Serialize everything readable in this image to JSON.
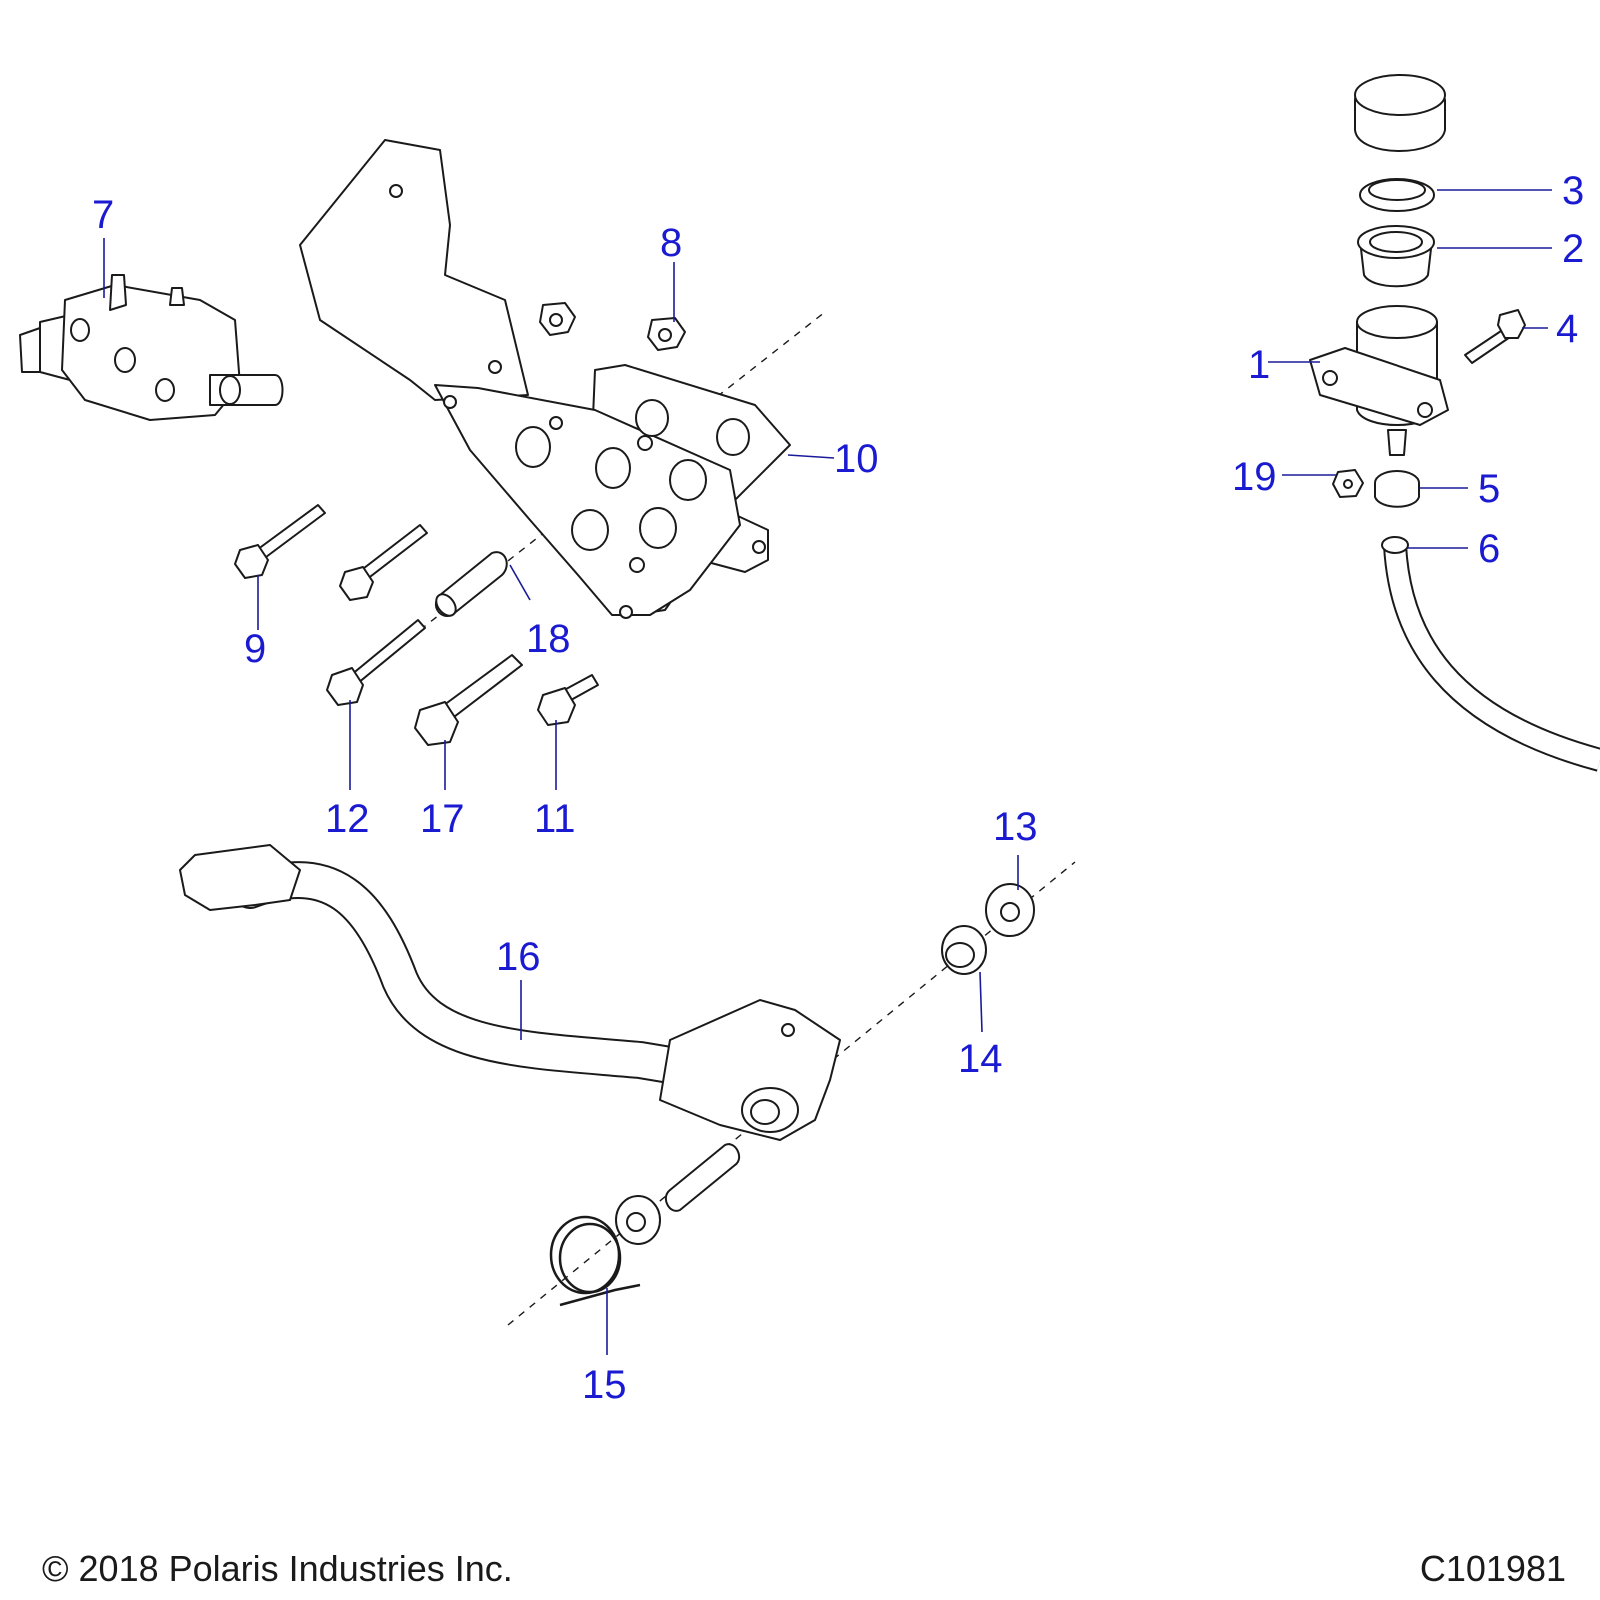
{
  "callouts": {
    "n1": "1",
    "n2": "2",
    "n3": "3",
    "n4": "4",
    "n5": "5",
    "n6": "6",
    "n7": "7",
    "n8": "8",
    "n9": "9",
    "n10": "10",
    "n11": "11",
    "n12": "12",
    "n13": "13",
    "n14": "14",
    "n15": "15",
    "n16": "16",
    "n17": "17",
    "n18": "18",
    "n19": "19"
  },
  "footer": {
    "copyright": "© 2018 Polaris Industries Inc.",
    "figure_id": "C101981"
  },
  "colors": {
    "callout": "#1a1ad0",
    "line": "#1a1a1a",
    "shade": "#dedede"
  }
}
